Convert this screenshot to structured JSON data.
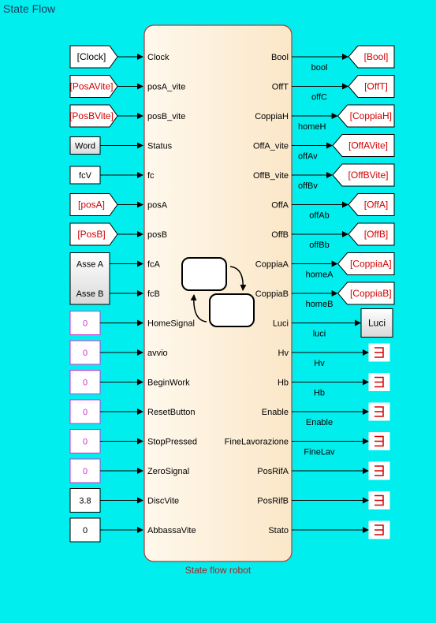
{
  "canvas_title": "State Flow",
  "chart_block": {
    "name": "State flow robot",
    "inputs": [
      "Clock",
      "posA_vite",
      "posB_vite",
      "Status",
      "fc",
      "posA",
      "posB",
      "fcA",
      "fcB",
      "HomeSignal",
      "avvio",
      "BeginWork",
      "ResetButton",
      "StopPressed",
      "ZeroSignal",
      "DiscVite",
      "AbbassaVite"
    ],
    "outputs": [
      "Bool",
      "OffT",
      "CoppiaH",
      "OffA_vite",
      "OffB_vite",
      "OffA",
      "OffB",
      "CoppiaA",
      "CoppiaB",
      "Luci",
      "Hv",
      "Hb",
      "Enable",
      "FineLavorazione",
      "PosRifA",
      "PosRifB",
      "Stato"
    ]
  },
  "left_blocks": [
    {
      "kind": "from",
      "label": "[Clock]",
      "color": "#000000"
    },
    {
      "kind": "from",
      "label": "[PosAVite]",
      "color": "#d40000"
    },
    {
      "kind": "from",
      "label": "[PosBVite]",
      "color": "#d40000"
    },
    {
      "kind": "box",
      "label": "Word",
      "color": "#000000"
    },
    {
      "kind": "box",
      "label": "fcV",
      "color": "#000000"
    },
    {
      "kind": "from",
      "label": "[posA]",
      "color": "#d40000"
    },
    {
      "kind": "from",
      "label": "[PosB]",
      "color": "#d40000"
    },
    {
      "kind": "subsys",
      "label1": "Asse A",
      "label2": "Asse B",
      "color": "#000000"
    },
    {
      "kind": "const",
      "label": "0",
      "color": "#cc33cc"
    },
    {
      "kind": "const",
      "label": "0",
      "color": "#cc33cc"
    },
    {
      "kind": "const",
      "label": "0",
      "color": "#cc33cc"
    },
    {
      "kind": "const",
      "label": "0",
      "color": "#cc33cc"
    },
    {
      "kind": "const",
      "label": "0",
      "color": "#cc33cc"
    },
    {
      "kind": "const",
      "label": "0",
      "color": "#cc33cc"
    },
    {
      "kind": "const",
      "label": "3.8",
      "color": "#000000"
    },
    {
      "kind": "const",
      "label": "0",
      "color": "#000000"
    }
  ],
  "right_blocks": [
    {
      "kind": "goto",
      "label": "[Bool]",
      "signal": "bool"
    },
    {
      "kind": "goto",
      "label": "[OffT]",
      "signal": "offC"
    },
    {
      "kind": "goto",
      "label": "[CoppiaH]",
      "signal": "homeH"
    },
    {
      "kind": "goto",
      "label": "[OffAVite]",
      "signal": "offAv"
    },
    {
      "kind": "goto",
      "label": "[OffBVite]",
      "signal": "offBv"
    },
    {
      "kind": "goto",
      "label": "[OffA]",
      "signal": "offAb"
    },
    {
      "kind": "goto",
      "label": "[OffB]",
      "signal": "offBb"
    },
    {
      "kind": "goto",
      "label": "[CoppiaA]",
      "signal": "homeA"
    },
    {
      "kind": "goto",
      "label": "[CoppiaB]",
      "signal": "homeB"
    },
    {
      "kind": "box",
      "label": "Luci",
      "signal": "luci"
    },
    {
      "kind": "term",
      "label": "",
      "signal": "Hv"
    },
    {
      "kind": "term",
      "label": "",
      "signal": "Hb"
    },
    {
      "kind": "term",
      "label": "",
      "signal": "Enable"
    },
    {
      "kind": "term",
      "label": "",
      "signal": "FineLav"
    },
    {
      "kind": "term",
      "label": "",
      "signal": ""
    },
    {
      "kind": "term",
      "label": "",
      "signal": ""
    },
    {
      "kind": "term",
      "label": "",
      "signal": ""
    }
  ]
}
